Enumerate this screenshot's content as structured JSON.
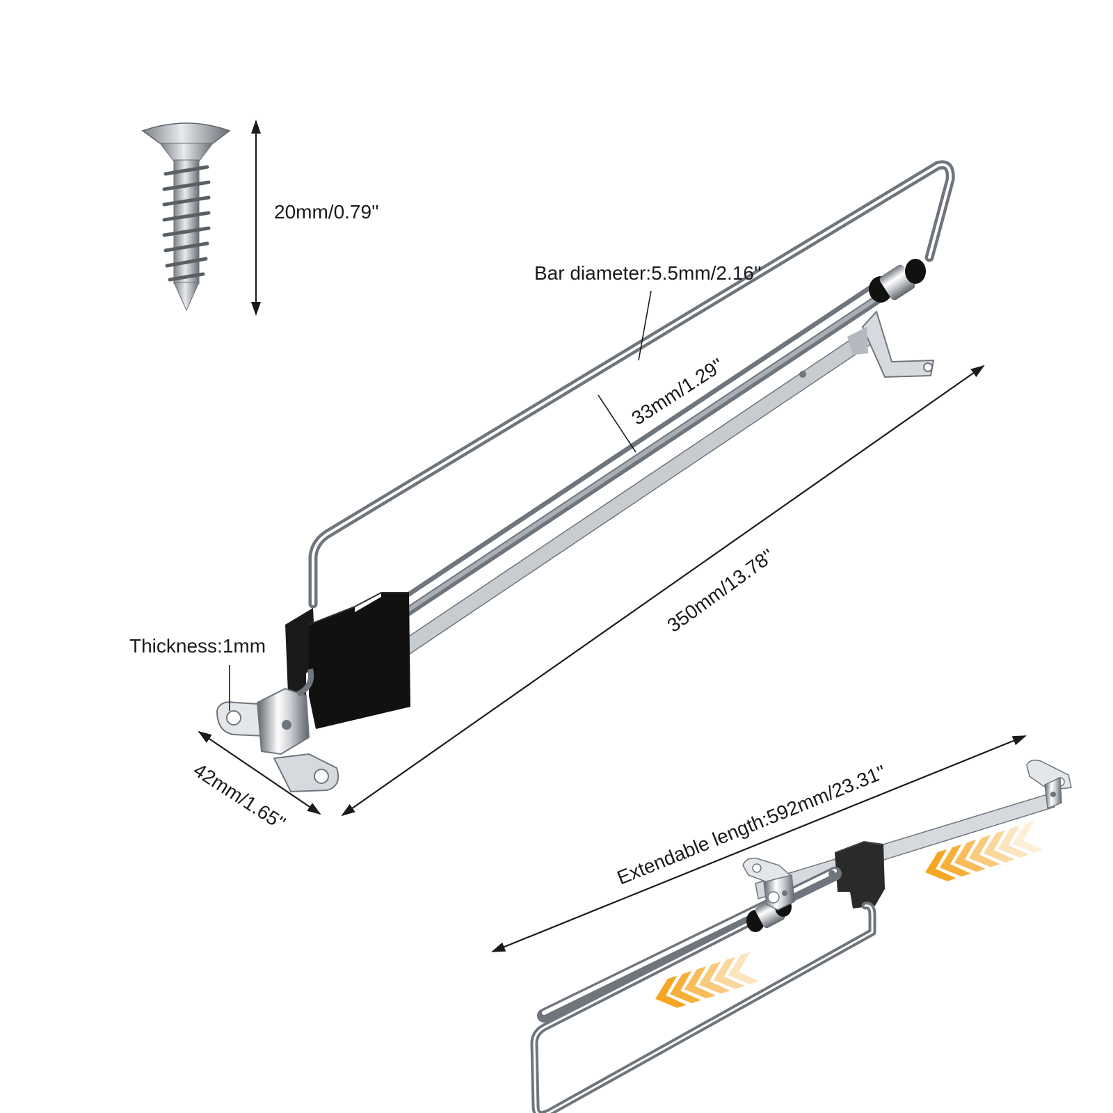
{
  "labels": {
    "screw_length": "20mm/0.79''",
    "bar_diameter": "Bar diameter:5.5mm/2.16''",
    "bar_gap": "33mm/1.29''",
    "rail_length": "350mm/13.78''",
    "thickness": "Thickness:1mm",
    "bracket_width": "42mm/1.65''",
    "extendable_length": "Extendable length:592mm/23.31''"
  },
  "colors": {
    "chrome_light": "#f4f6f8",
    "chrome_mid": "#b9bec4",
    "chrome_dark": "#6f757c",
    "plastic_black": "#111111",
    "arrow_orange": "#f5a623",
    "line_black": "#1a1a1a"
  },
  "icons": {
    "screw": "screw-icon",
    "motion": "chevron-arrows-icon"
  }
}
